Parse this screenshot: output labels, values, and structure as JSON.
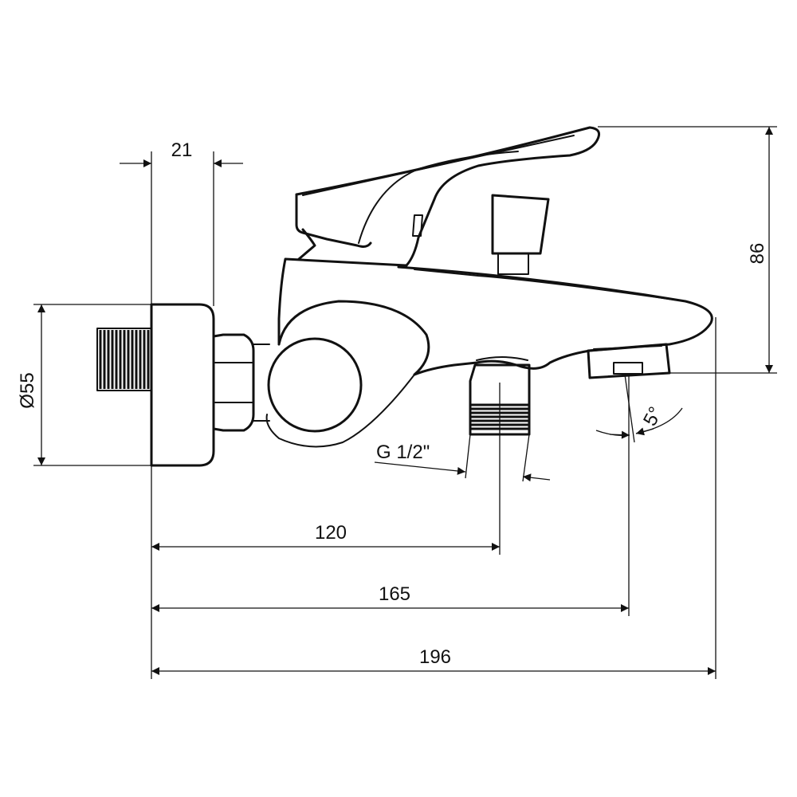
{
  "dimensions": {
    "width_21": "21",
    "height_86": "86",
    "diameter_55": "Ø55",
    "thread_size": "G 1/2\"",
    "length_120": "120",
    "length_165": "165",
    "length_196": "196",
    "angle_5": "5°"
  }
}
